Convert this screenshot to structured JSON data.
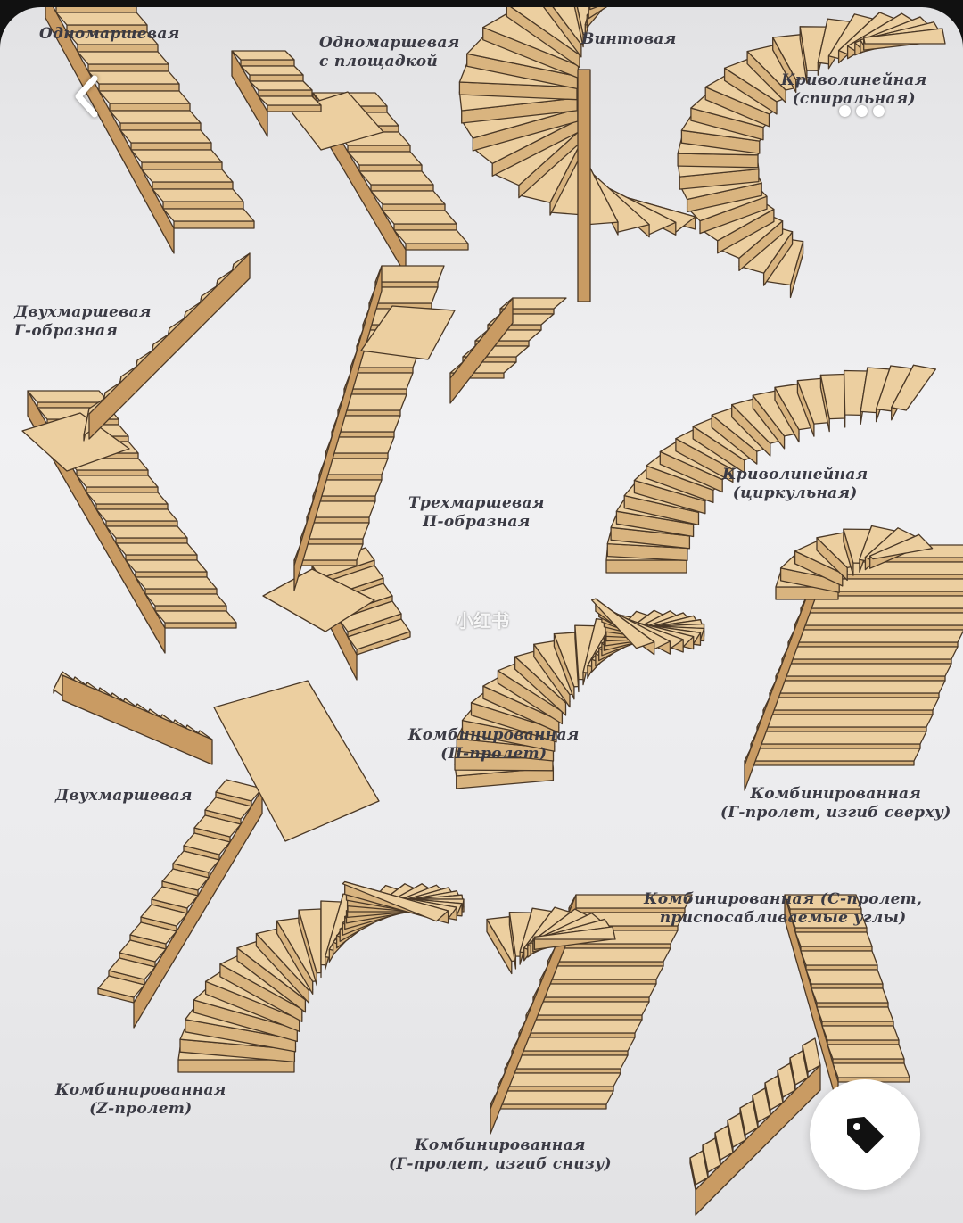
{
  "viewer": {
    "back_icon": "chevron-left-icon",
    "more_icon": "more-horizontal-icon",
    "tag_icon": "tag-icon",
    "watermark": "小红书"
  },
  "labels": {
    "straight": "Одномаршевая",
    "straight_landing": "Одномаршевая\nс площадкой",
    "spiral_screw": "Винтовая",
    "curved_spiral": "Криволинейная\n(спиральная)",
    "two_flight_l": "Двухмаршевая\nГ-образная",
    "three_flight_u": "Трехмаршевая\nП-образная",
    "curved_circular": "Криволинейная\n(циркульная)",
    "two_flight": "Двухмаршевая",
    "combined_u": "Комбинированная\n(П-пролет)",
    "combined_l_top": "Комбинированная\n(Г-пролет, изгиб сверху)",
    "combined_c": "Комбинированная (С-пролет,\nприспосабливаемые углы)",
    "combined_z": "Комбинированная\n(Z-пролет)",
    "combined_l_bottom": "Комбинированная\n(Г-пролет, изгиб снизу)"
  },
  "colors": {
    "tread": "#eccfa0",
    "riser": "#d9b47f",
    "side": "#c99b63",
    "outline": "#4a3826",
    "text": "#3a3a44"
  }
}
